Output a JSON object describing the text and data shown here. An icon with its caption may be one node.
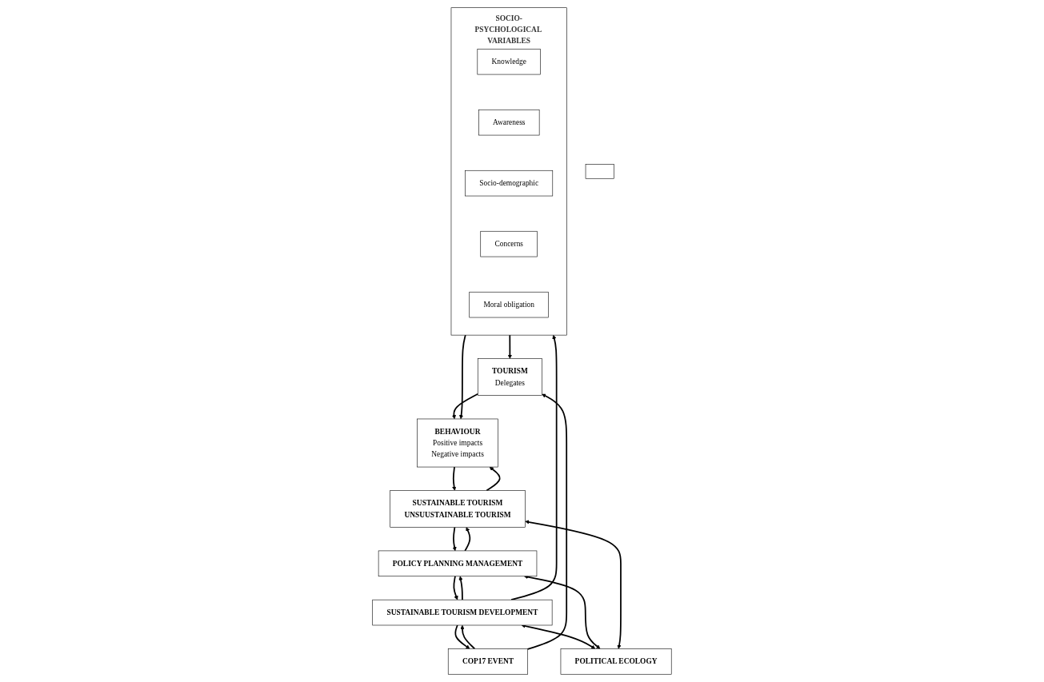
{
  "diagram": {
    "nodes": [
      {
        "text": [
          "SUSTAINABLE TOURISM DEVELOPMENT"
        ]
      },
      {
        "text": [
          "POLITICAL ECOLOGY"
        ]
      },
      {
        "text": [],
        "shape": "box"
      },
      {
        "text": [
          "SOCIO-PSYCHOLOGICAL VARIABLES"
        ]
      },
      {
        "text": [
          "Knowledge"
        ],
        "in": 3
      },
      {
        "text": [
          "Awareness"
        ],
        "in": 3
      },
      {
        "text": [
          "Socio-demographic"
        ],
        "in": 3
      },
      {
        "text": [
          "Concerns"
        ],
        "in": 3
      },
      {
        "text": [
          "Moral obligation"
        ],
        "in": 3
      },
      {
        "text": [
          "COP17 EVENT"
        ]
      },
      {
        "text": [
          "TOURISM",
          "Delegates"
        ]
      },
      {
        "text": [
          "POLICY PLANNING MANAGEMENT"
        ]
      },
      {
        "text": [
          "BEHAVIOUR",
          "Positive impacts",
          "Negative impacts"
        ]
      },
      {
        "text": [
          "SUSTAINABLE TOURISM",
          "UNSUUSTAINABLE TOURISM"
        ]
      }
    ],
    "edges": [
      {
        "from": 0,
        "to": 3,
        "arrow": "to"
      },
      {
        "from": 0,
        "to": 9,
        "arrow": "to"
      },
      {
        "from": 9,
        "to": 0,
        "arrow": "to"
      },
      {
        "from": 0,
        "to": 11,
        "arrow": "to"
      },
      {
        "from": 11,
        "to": 0,
        "arrow": "to"
      },
      {
        "from": 0,
        "to": 1,
        "arrow": "both"
      },
      {
        "from": 9,
        "to": 10,
        "arrow": "to"
      },
      {
        "from": 3,
        "to": 10,
        "arrow": "to"
      },
      {
        "from": 10,
        "to": 12,
        "arrow": "to"
      },
      {
        "from": 3,
        "to": 12,
        "arrow": "to"
      },
      {
        "from": 12,
        "to": 13,
        "arrow": "to"
      },
      {
        "from": 13,
        "to": 12,
        "arrow": "to"
      },
      {
        "from": 11,
        "to": 13,
        "arrow": "to"
      },
      {
        "from": 13,
        "to": 11,
        "arrow": "to"
      },
      {
        "from": 11,
        "to": 1,
        "arrow": "both"
      },
      {
        "from": 13,
        "to": 1,
        "arrow": "both"
      }
    ]
  }
}
